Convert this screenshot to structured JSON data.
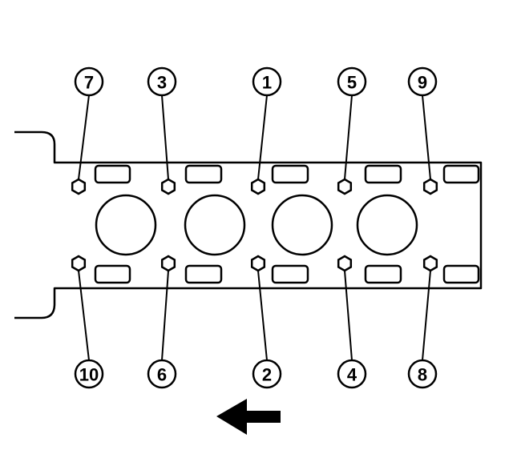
{
  "diagram": {
    "ink_color": "#000000",
    "background_color": "#ffffff",
    "bolts_top": [
      {
        "label": "7"
      },
      {
        "label": "3"
      },
      {
        "label": "1"
      },
      {
        "label": "5"
      },
      {
        "label": "9"
      }
    ],
    "bolts_bottom": [
      {
        "label": "10"
      },
      {
        "label": "6"
      },
      {
        "label": "2"
      },
      {
        "label": "4"
      },
      {
        "label": "8"
      }
    ],
    "cylinder_count": 4,
    "arrow_icon": "arrow-left-icon"
  }
}
